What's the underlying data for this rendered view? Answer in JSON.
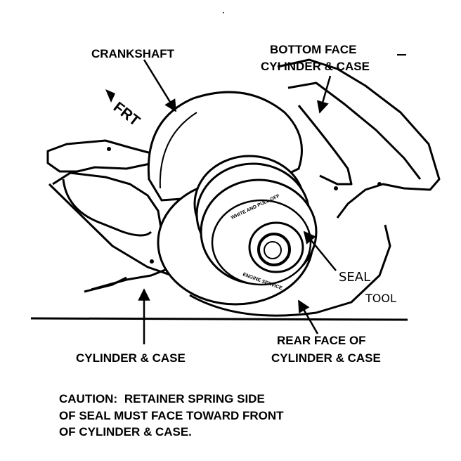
{
  "labels": {
    "crankshaft": "CRANKSHAFT",
    "bottom_face_line1": "BOTTOM FACE",
    "bottom_face_line2": "CYI INDER & CASE",
    "frt": "FRT",
    "seal": "SEAL",
    "tool": "TOOL",
    "cylinder_case": "CYLINDER & CASE",
    "rear_face_line1": "REAR FACE OF",
    "rear_face_line2": "CYLINDER & CASE"
  },
  "tool_text": {
    "top": "WHITE AND PULL OFF",
    "bottom": "ENGINE SERVICE"
  },
  "caution": {
    "prefix": "CAUTION:",
    "line1": "RETAINER SPRING SIDE",
    "line2": "OF SEAL MUST FACE TOWARD FRONT",
    "line3": "OF CYLINDER & CASE."
  },
  "colors": {
    "ink": "#000000",
    "paper": "#ffffff"
  }
}
